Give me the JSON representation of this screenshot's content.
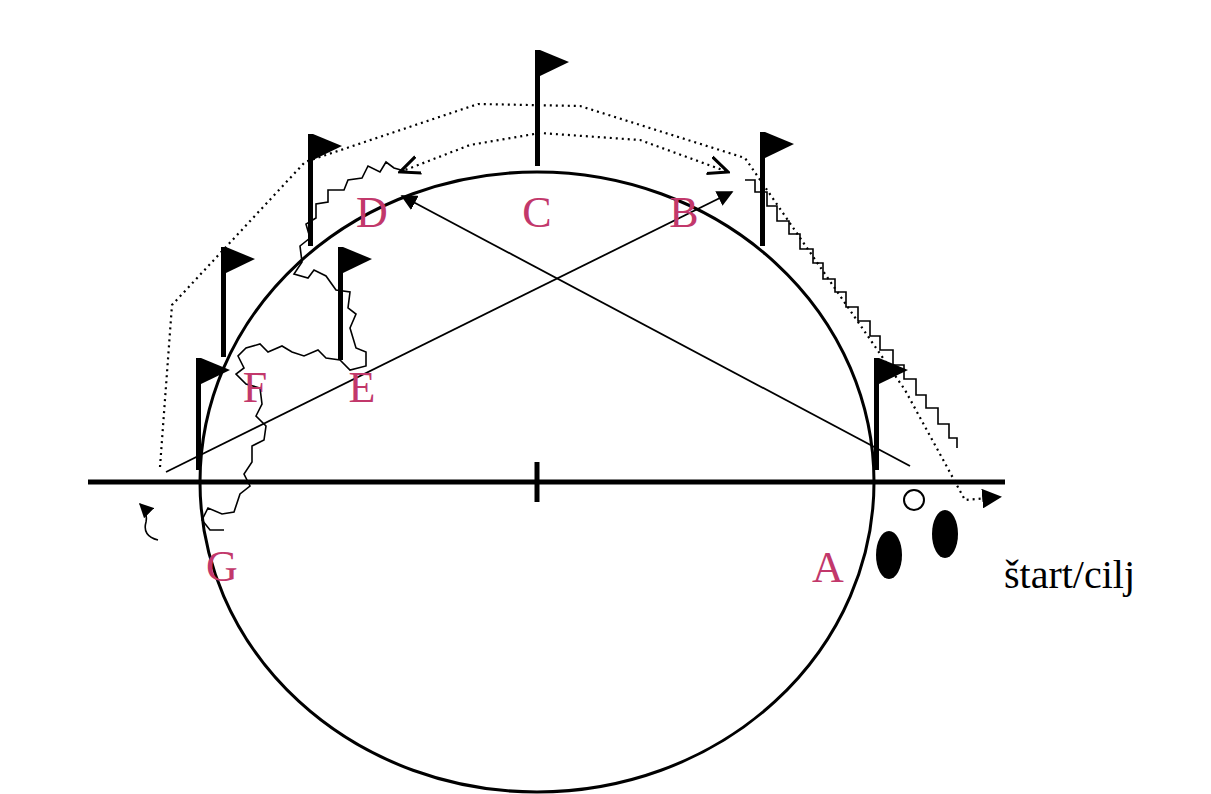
{
  "diagram": {
    "labels": [
      "D",
      "C",
      "B",
      "F",
      "E",
      "G",
      "A",
      "štart/cilj"
    ]
  }
}
